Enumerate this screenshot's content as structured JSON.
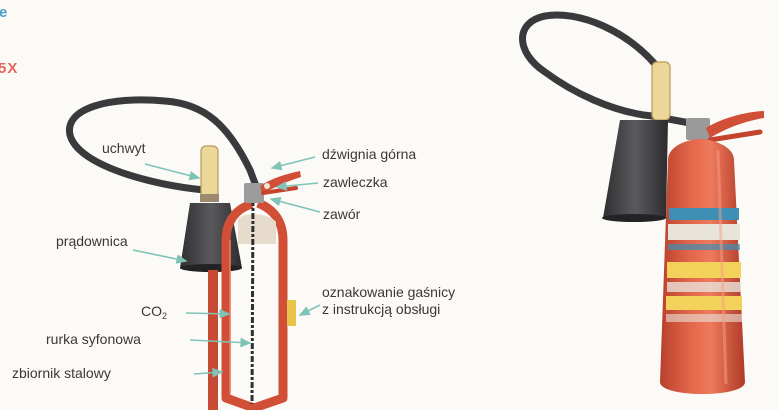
{
  "corner_text": {
    "top": "e",
    "middle": "5X"
  },
  "labels": {
    "uchwyt": "uchwyt",
    "pradownica": "prądownica",
    "co2_main": "CO",
    "co2_sub": "2",
    "rurka": "rurka syfonowa",
    "zbiornik": "zbiornik stalowy",
    "dzwignia": "dźwignia górna",
    "zawleczka": "zawleczka",
    "zawor": "zawór",
    "oznakowanie_1": "oznakowanie gaśnicy",
    "oznakowanie_2": "z instrukcją obsługi"
  },
  "colors": {
    "extinguisher_red": "#d8533a",
    "hose": "#3a3a3c",
    "nozzle": "#454547",
    "handle_wood": "#ecd79a",
    "leader_arrow": "#7fc3b7",
    "label_band_blue": "#3f8fb5",
    "label_band_yellow": "#f2d25a"
  }
}
